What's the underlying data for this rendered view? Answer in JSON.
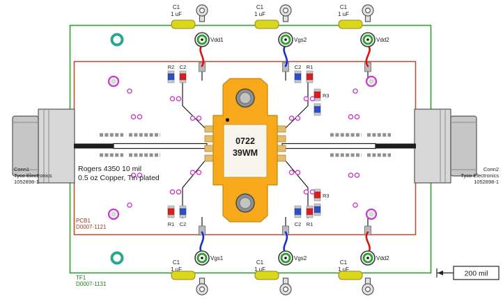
{
  "colors": {
    "board_outline_green": "#2f9e2f",
    "pcb_outline_red": "#b0523a",
    "package_orange": "#f7a81b",
    "capacitor_yellow": "#dcd619",
    "wire_red": "#e01010",
    "wire_blue": "#1530cc",
    "via_magenta": "#c73bc7",
    "hole_teal": "#2aa78c"
  },
  "chip": {
    "line1": "0722",
    "line2": "39WM"
  },
  "top_groups": [
    {
      "cap_ref": "C1",
      "cap_value": "1 uF",
      "test_point": "Vdd1"
    },
    {
      "cap_ref": "C1",
      "cap_value": "1 uF",
      "test_point": "Vgs2"
    },
    {
      "cap_ref": "C1",
      "cap_value": "1 uF",
      "test_point": "Vdd2"
    }
  ],
  "bottom_groups": [
    {
      "cap_ref": "C1",
      "cap_value": "1 uF",
      "test_point": "Vgs1"
    },
    {
      "cap_ref": "C1",
      "cap_value": "1 uF",
      "test_point": "Vgs2"
    },
    {
      "cap_ref": "C1",
      "cap_value": "1 uF",
      "test_point": "Vdd2"
    }
  ],
  "board_notes": {
    "substrate": "Rogers 4350 10 mil",
    "copper": "0.5 oz Copper, Tin plated"
  },
  "pcb": {
    "ref": "PCB1",
    "number": "D0007-1121"
  },
  "fixture": {
    "ref": "TF1",
    "number": "D0007-1131"
  },
  "connectors": {
    "left": {
      "ref": "Conn1",
      "mfr": "Tyco Electronics",
      "part": "1052898-1"
    },
    "right": {
      "ref": "Conn2",
      "mfr": "Tyco Electronics",
      "part": "1052898-1"
    }
  },
  "scale": {
    "label": "200 mil"
  },
  "refdes": {
    "top_left": {
      "r": "R2",
      "c": "C2"
    },
    "top_right": {
      "c": "C2",
      "r": "R1",
      "r3": "R3"
    },
    "bottom_left": {
      "r": "R1",
      "c": "C2"
    },
    "bottom_right": {
      "c": "C2",
      "r": "R1",
      "r3": "R3"
    }
  }
}
